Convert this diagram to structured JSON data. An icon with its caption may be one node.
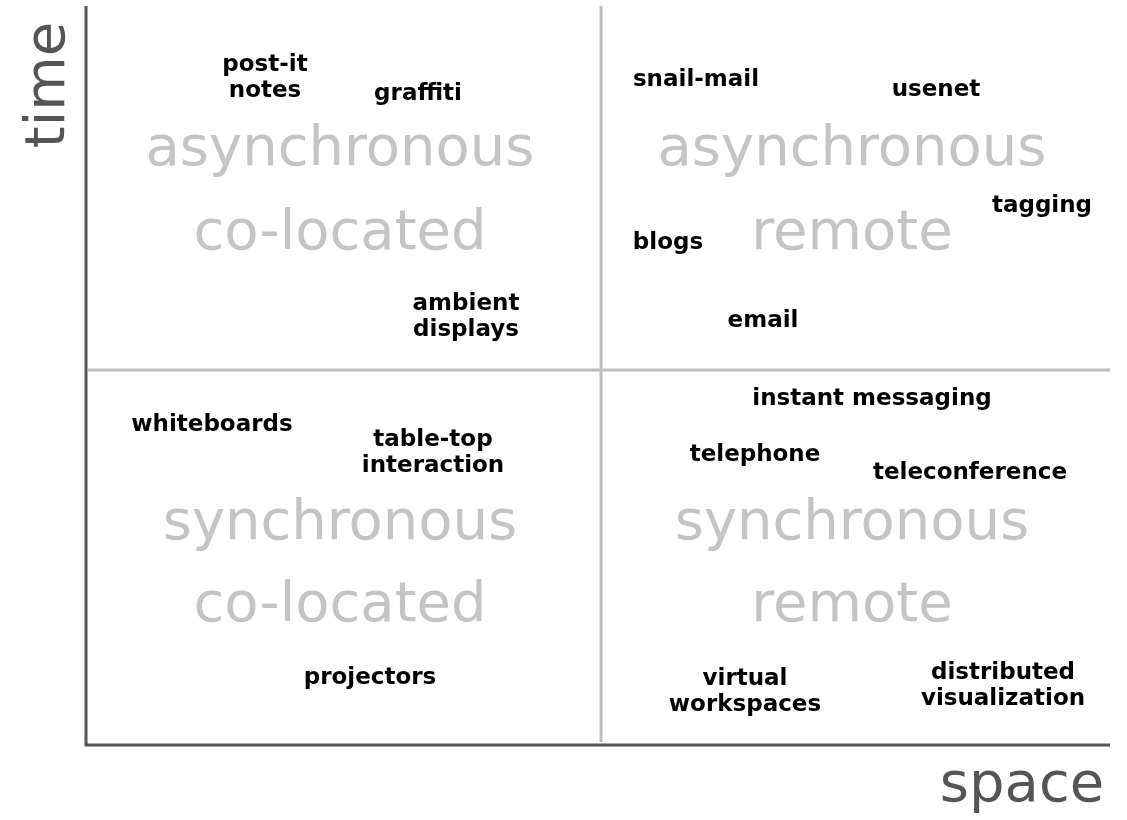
{
  "diagram": {
    "labels": [
      "time",
      "post-it notes",
      "graffiti",
      "asynchronous",
      "co-located",
      "ambient displays",
      "snail-mail",
      "usenet",
      "asynchronous",
      "tagging",
      "blogs",
      "remote",
      "email",
      "whiteboards",
      "table-top interaction",
      "synchronous",
      "co-located",
      "projectors",
      "instant messaging",
      "telephone",
      "teleconference",
      "synchronous",
      "remote",
      "virtual workspaces",
      "distributed visualization",
      "space"
    ]
  }
}
